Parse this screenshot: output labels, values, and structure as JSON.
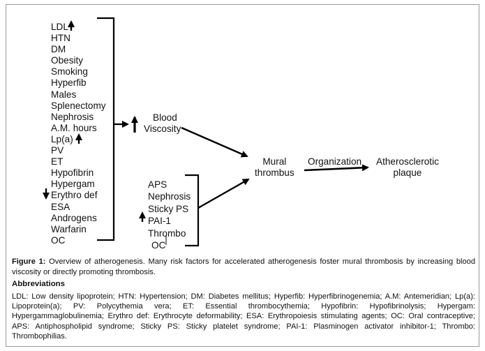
{
  "risk_factors_left": [
    "LDL",
    "HTN",
    "DM",
    "Obesity",
    "Smoking",
    "Hyperfib",
    "Males",
    "Splenectomy",
    "Nephrosis",
    "A.M. hours",
    "Lp(a)",
    "PV",
    "ET",
    "Hypofibrin",
    "Hypergam",
    "Erythro def",
    "ESA",
    "Androgens",
    "Warfarin",
    "OC"
  ],
  "risk_factors_right": [
    "APS",
    "Nephrosis",
    "Sticky PS",
    "PAI-1",
    "Thrombo",
    "OC"
  ],
  "blood_viscosity": [
    "Blood",
    "Viscosity"
  ],
  "mural_thrombus": [
    "Mural",
    "thrombus"
  ],
  "organization": "Organization",
  "atherosclerotic_plaque": [
    "Atherosclerotic",
    "plaque"
  ],
  "caption_label": "Figure 1:",
  "caption_text": " Overview of atherogenesis. Many risk factors for accelerated atherogenesis foster mural thrombosis by increasing blood viscosity or directly promoting thrombosis.",
  "abbreviations_heading": "Abbreviations",
  "abbreviations_text": "LDL: Low density lipoprotein; HTN: Hypertension; DM: Diabetes mellitus; Hyperfib: Hyperfibrinogenemia; A.M: Antemeridian; Lp(a): Lipoprotein(a); PV: Polycythemia vera; ET: Essential thrombocythemia; Hypofibrin: Hypofibrinolysis; Hypergam: Hypergammaglobulinemia; Erythro def: Erythrocyte deformability; ESA: Erythropoiesis stimulating agents; OC: Oral contraceptive; APS: Antiphospholipid syndrome; Sticky PS: Sticky platelet syndrome; PAI-1: Plasminogen activator inhibitor-1; Thrombo: Thrombophilias."
}
